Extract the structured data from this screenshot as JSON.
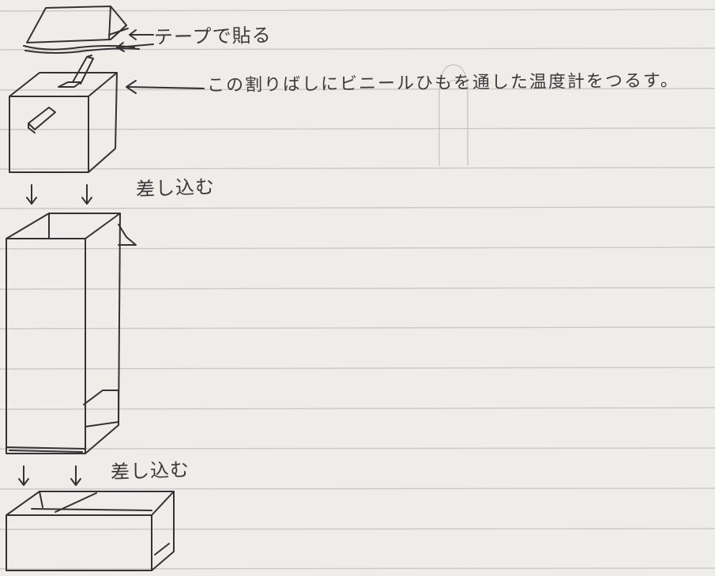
{
  "annotations": {
    "tape_label": "テープで貼る",
    "slit_note": "この割りばしにビニールひもを通した温度計をつるす。",
    "insert_top": "差し込む",
    "insert_bottom": "差し込む"
  },
  "colors": {
    "paper": "#efedea",
    "rule_line": "#c9c9cb",
    "ink": "#333336",
    "pencil": "#c2c2c2"
  }
}
